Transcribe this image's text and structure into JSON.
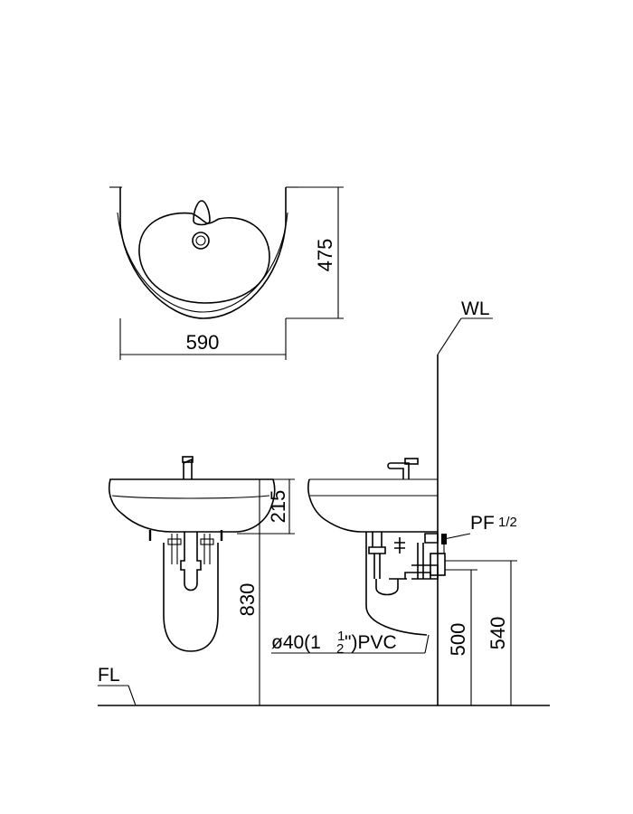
{
  "top_view": {
    "width_label": "590",
    "depth_label": "475"
  },
  "front_view": {
    "height_label": "215",
    "total_height_label": "830"
  },
  "side_view": {
    "wall_label": "WL",
    "supply_label": "PF",
    "supply_fraction": "1/2",
    "drain_label": "ø40(1",
    "drain_fraction_num": "1",
    "drain_fraction_den": "2",
    "drain_suffix": "\")PVC",
    "drain_height_label": "500",
    "supply_height_label": "540"
  },
  "floor_label": "FL"
}
